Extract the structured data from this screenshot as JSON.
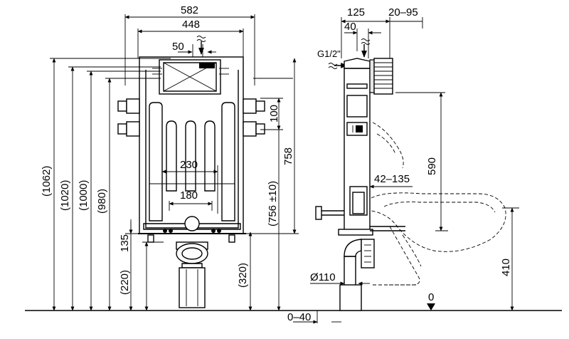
{
  "front_view": {
    "width_overall": "582",
    "width_frame": "448",
    "flush_offset": "50",
    "support_spacing_wide": "230",
    "support_spacing_narrow": "180",
    "height_1062": "(1062)",
    "height_1020": "(1020)",
    "height_1000": "(1000)",
    "height_980": "(980)",
    "height_758": "758",
    "height_756": "(756 ±10)",
    "bracket_gap": "100",
    "foot_135": "135",
    "height_220": "(220)",
    "height_320": "(320)"
  },
  "side_view": {
    "depth_125": "125",
    "wall_20_95": "20–95",
    "inlet_offset": "40",
    "inlet_thread": "G1/2\"",
    "height_590": "590",
    "bolt_range": "42–135",
    "drain_diameter": "Ø110",
    "height_410": "410",
    "floor_zero": "0",
    "floor_gap": "0–40"
  }
}
